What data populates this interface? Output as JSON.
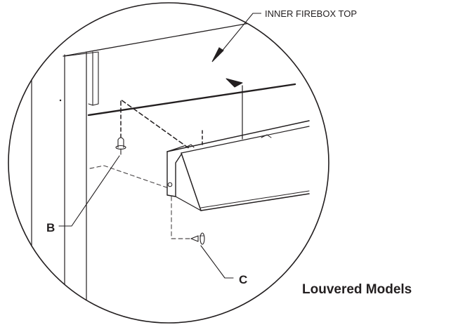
{
  "labels": {
    "firebox_top": "INNER FIREBOX TOP",
    "part_b": "B",
    "part_c": "C"
  },
  "caption": "Louvered Models"
}
